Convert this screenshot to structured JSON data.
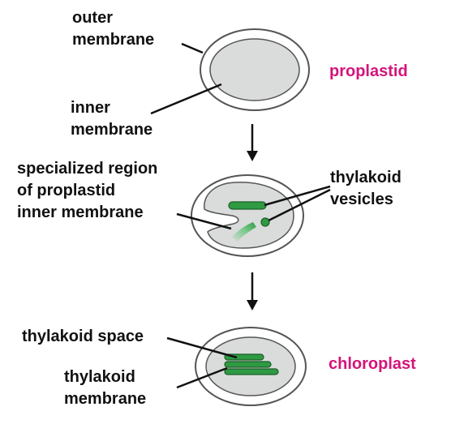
{
  "labels": {
    "outer_line1": "outer",
    "outer_line2": "membrane",
    "inner_line1": "inner",
    "inner_line2": "membrane",
    "specialized_line1": "specialized region",
    "specialized_line2": "of proplastid",
    "specialized_line3": "inner membrane",
    "vesicles_line1": "thylakoid",
    "vesicles_line2": "vesicles",
    "space": "thylakoid space",
    "tmembrane_line1": "thylakoid",
    "tmembrane_line2": "membrane"
  },
  "stages": {
    "proplastid": "proplastid",
    "chloroplast": "chloroplast"
  },
  "colors": {
    "stage_label": "#d4147a",
    "outer_fill": "#ffffff",
    "outline": "#555555",
    "inner_fill": "#d9dcdb",
    "thylakoid": "#2e9a42",
    "thylakoid_dark": "#1d5e2a",
    "text": "#111111"
  }
}
